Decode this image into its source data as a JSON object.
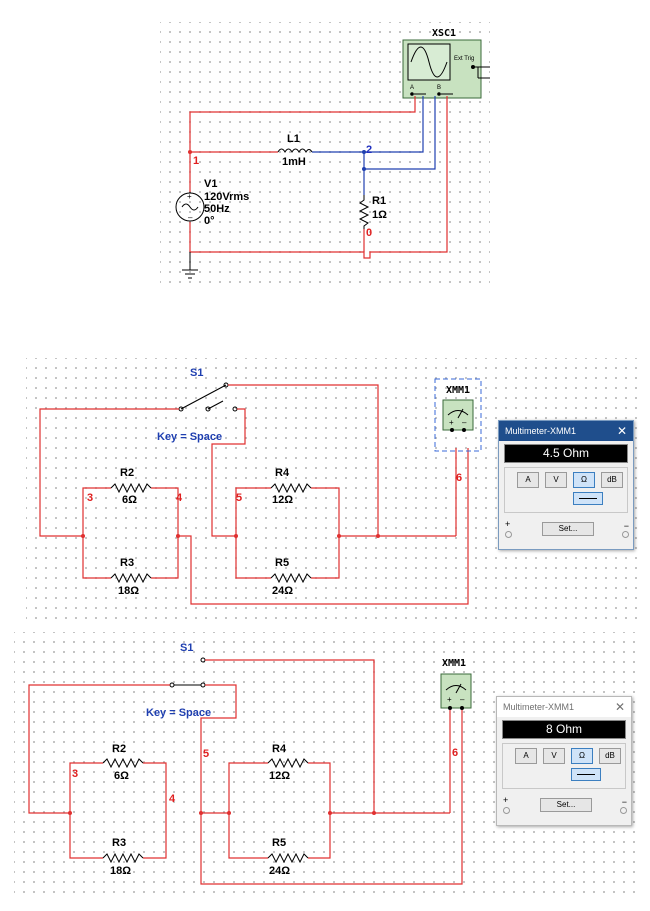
{
  "circuit1": {
    "scope_name": "XSC1",
    "scope_ext_trig": "Ext Trig",
    "scope_ch_a": "A",
    "scope_ch_b": "B",
    "inductor_name": "L1",
    "inductor_value": "1mH",
    "source_name": "V1",
    "source_voltage": "120Vrms",
    "source_freq": "50Hz",
    "source_phase": "0°",
    "resistor_name": "R1",
    "resistor_value": "1Ω",
    "node_1": "1",
    "node_2": "2",
    "node_0": "0"
  },
  "circuit2": {
    "switch_name": "S1",
    "key_label": "Key = Space",
    "meter_name": "XMM1",
    "r2_name": "R2",
    "r2_value": "6Ω",
    "r3_name": "R3",
    "r3_value": "18Ω",
    "r4_name": "R4",
    "r4_value": "12Ω",
    "r5_name": "R5",
    "r5_value": "24Ω",
    "node_3": "3",
    "node_4": "4",
    "node_5": "5",
    "node_6": "6",
    "multimeter": {
      "title": "Multimeter-XMM1",
      "reading": "4.5 Ohm",
      "buttons": [
        "A",
        "V",
        "Ω",
        "dB"
      ],
      "set_label": "Set...",
      "plus": "+",
      "minus": "−"
    }
  },
  "circuit3": {
    "switch_name": "S1",
    "key_label": "Key = Space",
    "meter_name": "XMM1",
    "r2_name": "R2",
    "r2_value": "6Ω",
    "r3_name": "R3",
    "r3_value": "18Ω",
    "r4_name": "R4",
    "r4_value": "12Ω",
    "r5_name": "R5",
    "r5_value": "24Ω",
    "node_3": "3",
    "node_4": "4",
    "node_5": "5",
    "node_6": "6",
    "multimeter": {
      "title": "Multimeter-XMM1",
      "reading": "8 Ohm",
      "buttons": [
        "A",
        "V",
        "Ω",
        "dB"
      ],
      "set_label": "Set...",
      "plus": "+",
      "minus": "−"
    }
  }
}
